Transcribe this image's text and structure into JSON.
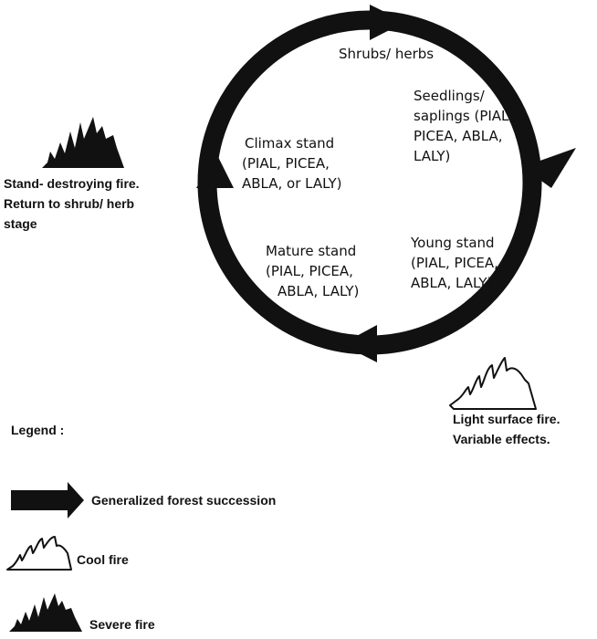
{
  "stages": {
    "shrubs": [
      "Shrubs/ herbs"
    ],
    "seedlings": [
      "Seedlings/",
      "saplings (PIAL,",
      "PICEA, ABLA,",
      "LALY)"
    ],
    "young": [
      "Young stand",
      "(PIAL, PICEA,",
      "ABLA, LALY)"
    ],
    "mature": [
      "Mature stand",
      "(PIAL, PICEA,",
      "ABLA, LALY)"
    ],
    "climax": [
      "Climax stand",
      "(PIAL, PICEA,",
      "ABLA, or LALY)"
    ]
  },
  "fires": {
    "severe_caption": [
      "Stand- destroying fire.",
      "Return to shrub/ herb",
      "stage"
    ],
    "light_caption": [
      "Light surface fire.",
      "Variable effects."
    ]
  },
  "legend": {
    "title": "Legend :",
    "succession": "Generalized forest succession",
    "cool": "Cool fire",
    "severe": "Severe fire"
  },
  "colors": {
    "ink": "#111111",
    "cycle": "#111111"
  },
  "icons": [
    "succession-arrow-icon",
    "cool-fire-icon",
    "severe-fire-icon"
  ]
}
